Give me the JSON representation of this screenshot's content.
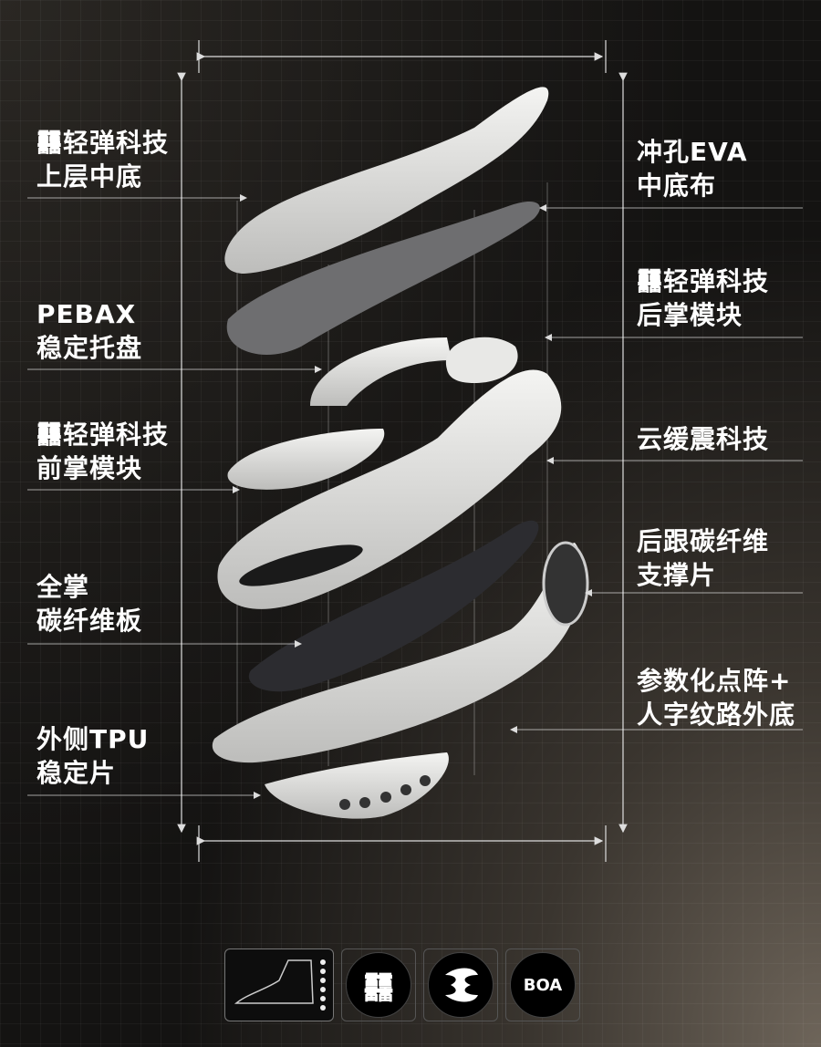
{
  "left_labels": [
    {
      "line1": "䨻轻弹科技",
      "line2": "上层中底"
    },
    {
      "line1": "PEBAX",
      "line2": "稳定托盘"
    },
    {
      "line1": "䨻轻弹科技",
      "line2": "前掌模块"
    },
    {
      "line1": "全掌",
      "line2": "碳纤维板"
    },
    {
      "line1": "外侧TPU",
      "line2": "稳定片"
    }
  ],
  "right_labels": [
    {
      "line1": "冲孔EVA",
      "line2": "中底布"
    },
    {
      "line1": "䨻轻弹科技",
      "line2": "后掌模块"
    },
    {
      "line1": "云缓震科技",
      "line2": ""
    },
    {
      "line1": "后跟碳纤维",
      "line2": "支撑片"
    },
    {
      "line1": "参数化点阵+",
      "line2": "人字纹路外底"
    }
  ],
  "badges": [
    {
      "icon": "shoe-outline-icon"
    },
    {
      "icon": "beng-tech-icon",
      "text": "䨻"
    },
    {
      "icon": "cloud-tech-icon"
    },
    {
      "icon": "boa-logo",
      "text": "BOA"
    }
  ]
}
